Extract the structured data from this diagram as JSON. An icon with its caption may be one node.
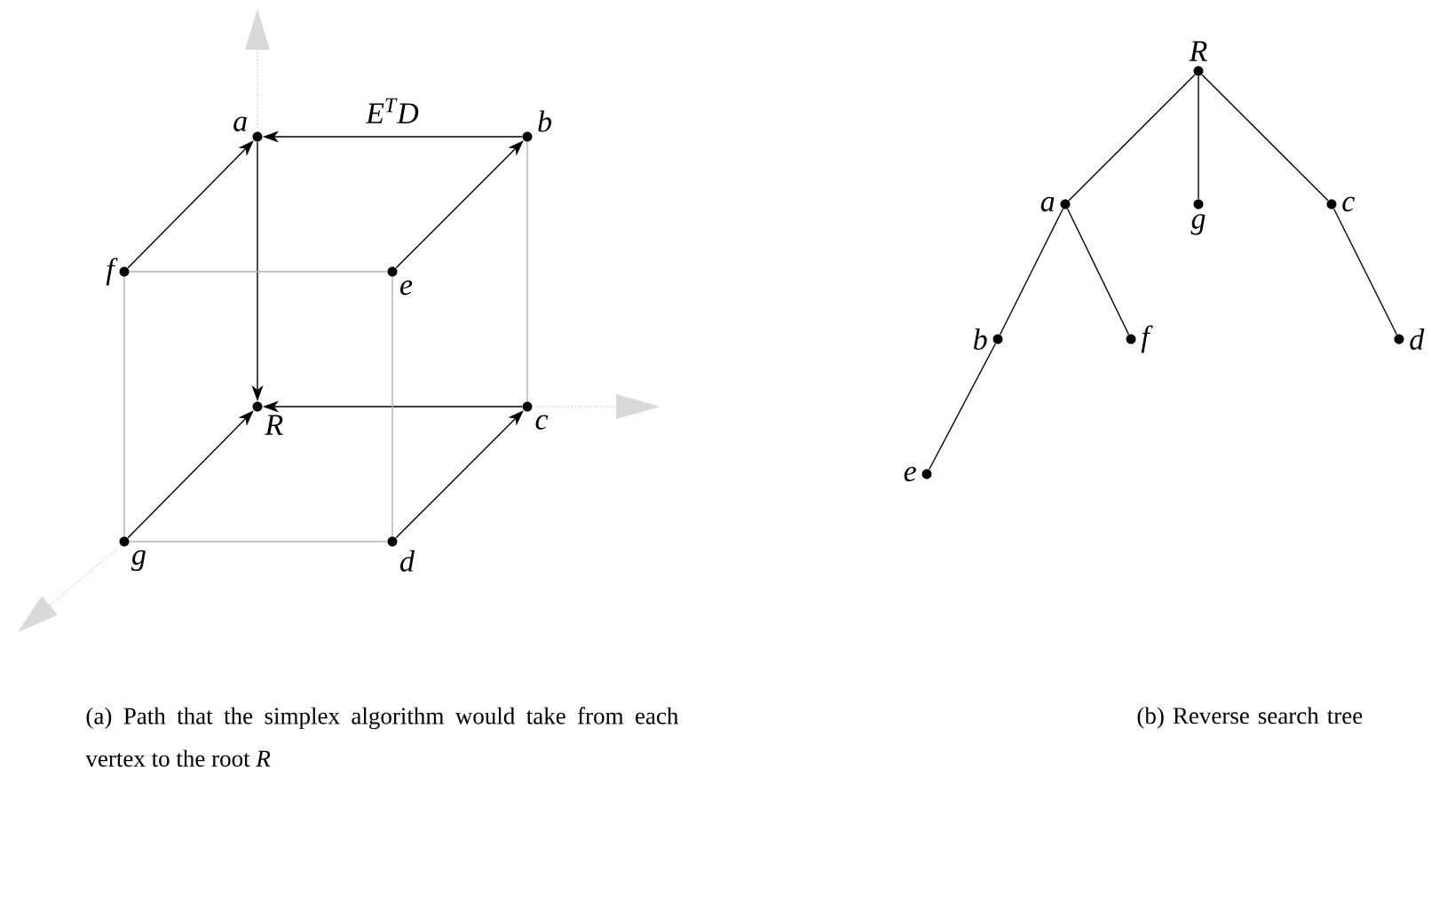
{
  "diagram": {
    "nodes": [
      {
        "text": [
          "a"
        ]
      },
      {
        "text": [
          "b"
        ]
      },
      {
        "text": [
          "f"
        ]
      },
      {
        "text": [
          "e"
        ]
      },
      {
        "text": [
          "R"
        ]
      },
      {
        "text": [
          "c"
        ]
      },
      {
        "text": [
          "g"
        ]
      },
      {
        "text": [
          "d"
        ]
      },
      {
        "text": [
          "R"
        ]
      },
      {
        "text": [
          "a"
        ]
      },
      {
        "text": [
          "g"
        ]
      },
      {
        "text": [
          "c"
        ]
      },
      {
        "text": [
          "b"
        ]
      },
      {
        "text": [
          "f"
        ]
      },
      {
        "text": [
          "d"
        ]
      },
      {
        "text": [
          "e"
        ]
      }
    ],
    "edges": [
      {
        "from": 1,
        "to": 0,
        "arrow": "to",
        "label": "E$^{T}$D"
      },
      {
        "from": 2,
        "to": 0,
        "arrow": "to"
      },
      {
        "from": 3,
        "to": 1,
        "arrow": "to"
      },
      {
        "from": 0,
        "to": 4,
        "arrow": "to"
      },
      {
        "from": 5,
        "to": 4,
        "arrow": "to"
      },
      {
        "from": 6,
        "to": 4,
        "arrow": "to"
      },
      {
        "from": 7,
        "to": 5,
        "arrow": "to"
      },
      {
        "from": 2,
        "to": 3,
        "arrow": "none",
        "color": "#b3b3b3"
      },
      {
        "from": 1,
        "to": 5,
        "arrow": "none",
        "color": "#b3b3b3"
      },
      {
        "from": 2,
        "to": 6,
        "arrow": "none",
        "color": "#b3b3b3"
      },
      {
        "from": 3,
        "to": 7,
        "arrow": "none",
        "color": "#b3b3b3"
      },
      {
        "from": 6,
        "to": 7,
        "arrow": "none",
        "color": "#b3b3b3"
      },
      {
        "from": 8,
        "to": 9,
        "arrow": "none"
      },
      {
        "from": 8,
        "to": 10,
        "arrow": "none"
      },
      {
        "from": 8,
        "to": 11,
        "arrow": "none"
      },
      {
        "from": 9,
        "to": 12,
        "arrow": "none"
      },
      {
        "from": 9,
        "to": 13,
        "arrow": "none"
      },
      {
        "from": 11,
        "to": 14,
        "arrow": "none"
      },
      {
        "from": 12,
        "to": 15,
        "arrow": "none"
      }
    ],
    "labels": [
      "(a) Path that the simplex algorithm would take from each vertex to the root *R*",
      "(b) Reverse search tree"
    ]
  }
}
